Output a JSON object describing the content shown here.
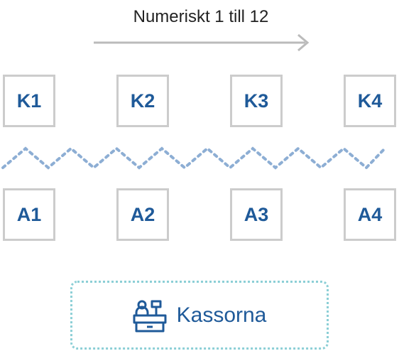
{
  "header": {
    "title": "Numeriskt 1 till 12"
  },
  "colors": {
    "accent": "#1f5a99",
    "box_border": "#cccccc",
    "zigzag": "#8daed4",
    "checkout_border": "#8ccfd6"
  },
  "top_row": [
    "K1",
    "K2",
    "K3",
    "K4"
  ],
  "bottom_row": [
    "A1",
    "A2",
    "A3",
    "A4"
  ],
  "checkout": {
    "label": "Kassorna",
    "icon": "cash-register-icon"
  }
}
